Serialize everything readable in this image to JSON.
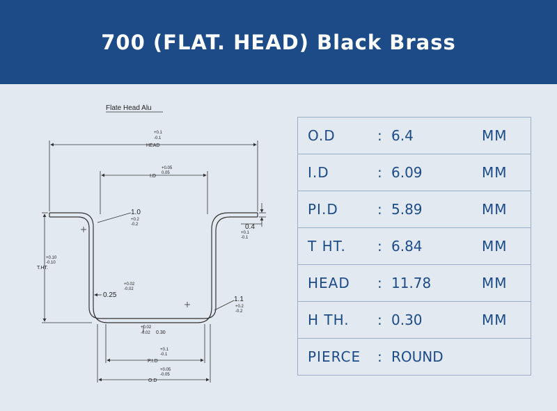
{
  "header": {
    "title": "700 (FLAT. HEAD) Black Brass"
  },
  "drawing": {
    "caption": "Flate Head Alu",
    "head": {
      "label": "HEAD",
      "tol_plus": "+0.1",
      "tol_minus": "-0.1"
    },
    "id": {
      "label": "I.D",
      "tol_plus": "+0.05",
      "tol_minus": "0.05"
    },
    "radius_left": {
      "value": "1.0",
      "tol_plus": "+0.2",
      "tol_minus": "-0.2"
    },
    "flange": {
      "value": "0.4",
      "tol_plus": "+0.1",
      "tol_minus": "-0.1"
    },
    "tht": {
      "label": "T.HT.",
      "tol_plus": "+0.10",
      "tol_minus": "-0.10"
    },
    "wall": {
      "value": "0.25",
      "tol_plus": "+0.02",
      "tol_minus": "-0.02"
    },
    "radius_right": {
      "value": "1.1",
      "tol_plus": "+0.2",
      "tol_minus": "-0.2"
    },
    "base": {
      "value": "0.30",
      "tol_plus": "+0.02",
      "tol_minus": "-0.02"
    },
    "pid": {
      "label": "P.I.D",
      "tol_plus": "+0.1",
      "tol_minus": "-0.1"
    },
    "od": {
      "label": "O.D",
      "tol_plus": "+0.05",
      "tol_minus": "-0.05"
    }
  },
  "specs": [
    {
      "label": "O.D",
      "colon": ":",
      "value": "6.4",
      "unit": "MM"
    },
    {
      "label": "I.D",
      "colon": ":",
      "value": "6.09",
      "unit": "MM"
    },
    {
      "label": "PI.D",
      "colon": ":",
      "value": "5.89",
      "unit": "MM"
    },
    {
      "label": "T HT.",
      "colon": ":",
      "value": "6.84",
      "unit": "MM"
    },
    {
      "label": "HEAD",
      "colon": ":",
      "value": "11.78",
      "unit": "MM"
    },
    {
      "label": "H TH.",
      "colon": ":",
      "value": "0.30",
      "unit": "MM"
    },
    {
      "label": "PIERCE",
      "colon": ":",
      "value": "ROUND",
      "unit": ""
    }
  ],
  "colors": {
    "header_bg": "#1c4b87",
    "page_bg": "#e2e9f0",
    "text": "#1c4b87",
    "line": "#99adc4"
  }
}
